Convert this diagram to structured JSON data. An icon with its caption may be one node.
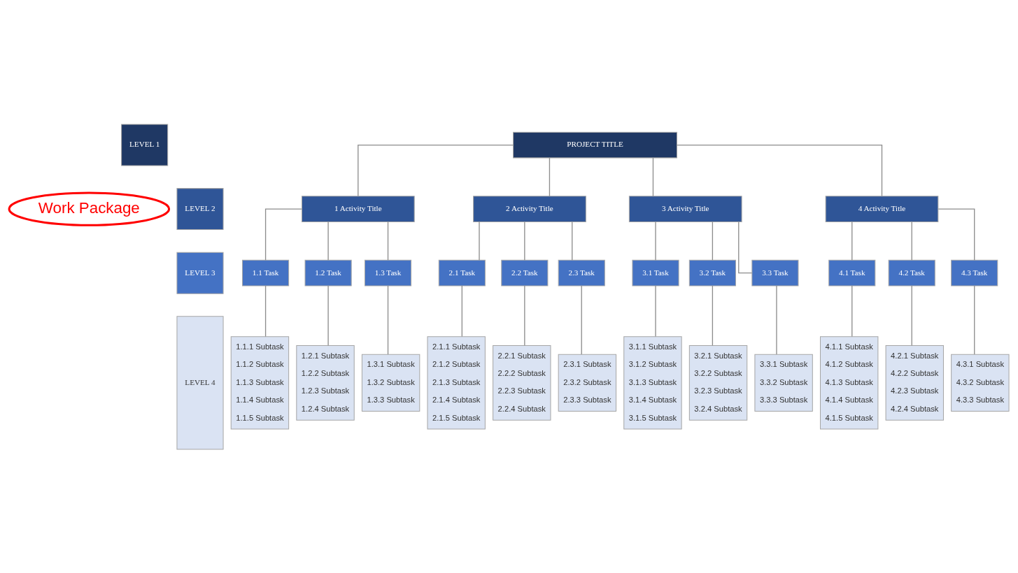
{
  "diagram": {
    "nodes": [
      {
        "text": [
          "Work Package"
        ]
      },
      {
        "text": [
          "LEVEL 1"
        ]
      },
      {
        "text": [
          "LEVEL 2"
        ]
      },
      {
        "text": [
          "LEVEL 3"
        ]
      },
      {
        "text": [
          "LEVEL 4"
        ]
      },
      {
        "text": [
          "PROJECT TITLE"
        ]
      },
      {
        "text": [
          "1 Activity Title"
        ]
      },
      {
        "text": [
          "2 Activity Title"
        ]
      },
      {
        "text": [
          "3 Activity Title"
        ]
      },
      {
        "text": [
          "4 Activity Title"
        ]
      },
      {
        "text": [
          "1.1 Task"
        ]
      },
      {
        "text": [
          "1.2 Task"
        ]
      },
      {
        "text": [
          "1.3 Task"
        ]
      },
      {
        "text": [
          "2.1 Task"
        ]
      },
      {
        "text": [
          "2.2 Task"
        ]
      },
      {
        "text": [
          "2.3 Task"
        ]
      },
      {
        "text": [
          "3.1 Task"
        ]
      },
      {
        "text": [
          "3.2 Task"
        ]
      },
      {
        "text": [
          "3.3 Task"
        ]
      },
      {
        "text": [
          "4.1 Task"
        ]
      },
      {
        "text": [
          "4.2 Task"
        ]
      },
      {
        "text": [
          "4.3 Task"
        ]
      },
      {
        "text": [
          "1.1.1 Subtask",
          "1.1.2 Subtask",
          "1.1.3 Subtask",
          "1.1.4 Subtask",
          "1.1.5 Subtask"
        ]
      },
      {
        "text": [
          "1.2.1 Subtask",
          "1.2.2 Subtask",
          "1.2.3 Subtask",
          "1.2.4 Subtask"
        ]
      },
      {
        "text": [
          "1.3.1 Subtask",
          "1.3.2 Subtask",
          "1.3.3 Subtask"
        ]
      },
      {
        "text": [
          "2.1.1 Subtask",
          "2.1.2 Subtask",
          "2.1.3 Subtask",
          "2.1.4 Subtask",
          "2.1.5 Subtask"
        ]
      },
      {
        "text": [
          "2.2.1 Subtask",
          "2.2.2 Subtask",
          "2.2.3 Subtask",
          "2.2.4 Subtask"
        ]
      },
      {
        "text": [
          "2.3.1 Subtask",
          "2.3.2 Subtask",
          "2.3.3 Subtask"
        ]
      },
      {
        "text": [
          "3.1.1 Subtask",
          "3.1.2 Subtask",
          "3.1.3 Subtask",
          "3.1.4 Subtask",
          "3.1.5 Subtask"
        ]
      },
      {
        "text": [
          "3.2.1 Subtask",
          "3.2.2 Subtask",
          "3.2.3 Subtask",
          "3.2.4 Subtask"
        ]
      },
      {
        "text": [
          "3.3.1 Subtask",
          "3.3.2 Subtask",
          "3.3.3 Subtask"
        ]
      },
      {
        "text": [
          "4.1.1 Subtask",
          "4.1.2 Subtask",
          "4.1.3 Subtask",
          "4.1.4 Subtask",
          "4.1.5 Subtask"
        ]
      },
      {
        "text": [
          "4.2.1 Subtask",
          "4.2.2 Subtask",
          "4.2.3 Subtask",
          "4.2.4 Subtask"
        ]
      },
      {
        "text": [
          "4.3.1 Subtask",
          "4.3.2 Subtask",
          "4.3.3 Subtask"
        ]
      }
    ],
    "edges": [
      {
        "from": 5,
        "to": 6,
        "arrow": "none"
      },
      {
        "from": 5,
        "to": 7,
        "arrow": "none"
      },
      {
        "from": 5,
        "to": 8,
        "arrow": "none"
      },
      {
        "from": 5,
        "to": 9,
        "arrow": "none"
      },
      {
        "from": 6,
        "to": 10,
        "arrow": "none"
      },
      {
        "from": 6,
        "to": 11,
        "arrow": "none"
      },
      {
        "from": 6,
        "to": 12,
        "arrow": "none"
      },
      {
        "from": 7,
        "to": 13,
        "arrow": "none"
      },
      {
        "from": 7,
        "to": 14,
        "arrow": "none"
      },
      {
        "from": 7,
        "to": 15,
        "arrow": "none"
      },
      {
        "from": 8,
        "to": 16,
        "arrow": "none"
      },
      {
        "from": 8,
        "to": 17,
        "arrow": "none"
      },
      {
        "from": 8,
        "to": 18,
        "arrow": "none"
      },
      {
        "from": 9,
        "to": 19,
        "arrow": "none"
      },
      {
        "from": 9,
        "to": 20,
        "arrow": "none"
      },
      {
        "from": 9,
        "to": 21,
        "arrow": "none"
      },
      {
        "from": 10,
        "to": 22,
        "arrow": "none"
      },
      {
        "from": 11,
        "to": 23,
        "arrow": "none"
      },
      {
        "from": 12,
        "to": 24,
        "arrow": "none"
      },
      {
        "from": 13,
        "to": 25,
        "arrow": "none"
      },
      {
        "from": 14,
        "to": 26,
        "arrow": "none"
      },
      {
        "from": 15,
        "to": 27,
        "arrow": "none"
      },
      {
        "from": 16,
        "to": 28,
        "arrow": "none"
      },
      {
        "from": 17,
        "to": 29,
        "arrow": "none"
      },
      {
        "from": 18,
        "to": 30,
        "arrow": "none"
      },
      {
        "from": 19,
        "to": 31,
        "arrow": "none"
      },
      {
        "from": 20,
        "to": 32,
        "arrow": "none"
      },
      {
        "from": 21,
        "to": 33,
        "arrow": "none"
      }
    ]
  }
}
